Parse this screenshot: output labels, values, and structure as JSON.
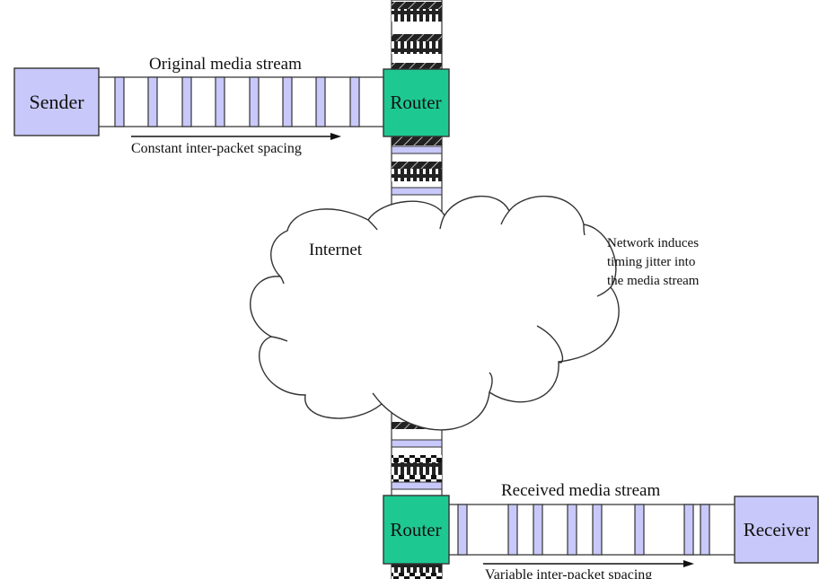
{
  "diagram": {
    "sender": {
      "label": "Sender"
    },
    "receiver": {
      "label": "Receiver"
    },
    "router_top": {
      "label": "Router"
    },
    "router_bottom": {
      "label": "Router"
    },
    "cloud": {
      "label": "Internet"
    },
    "original_stream": {
      "title": "Original media stream",
      "arrow_caption": "Constant inter-packet spacing",
      "packet_count": 8
    },
    "received_stream": {
      "title": "Received media stream",
      "arrow_caption": "Variable inter-packet spacing",
      "packet_count": 8
    },
    "jitter_note": [
      "Network induces",
      "timing jitter into",
      "the media stream"
    ],
    "colors": {
      "packet": "#c8c8fa",
      "host_box": "#c8c8fa",
      "router": "#1ec891",
      "outline": "#333333"
    }
  }
}
